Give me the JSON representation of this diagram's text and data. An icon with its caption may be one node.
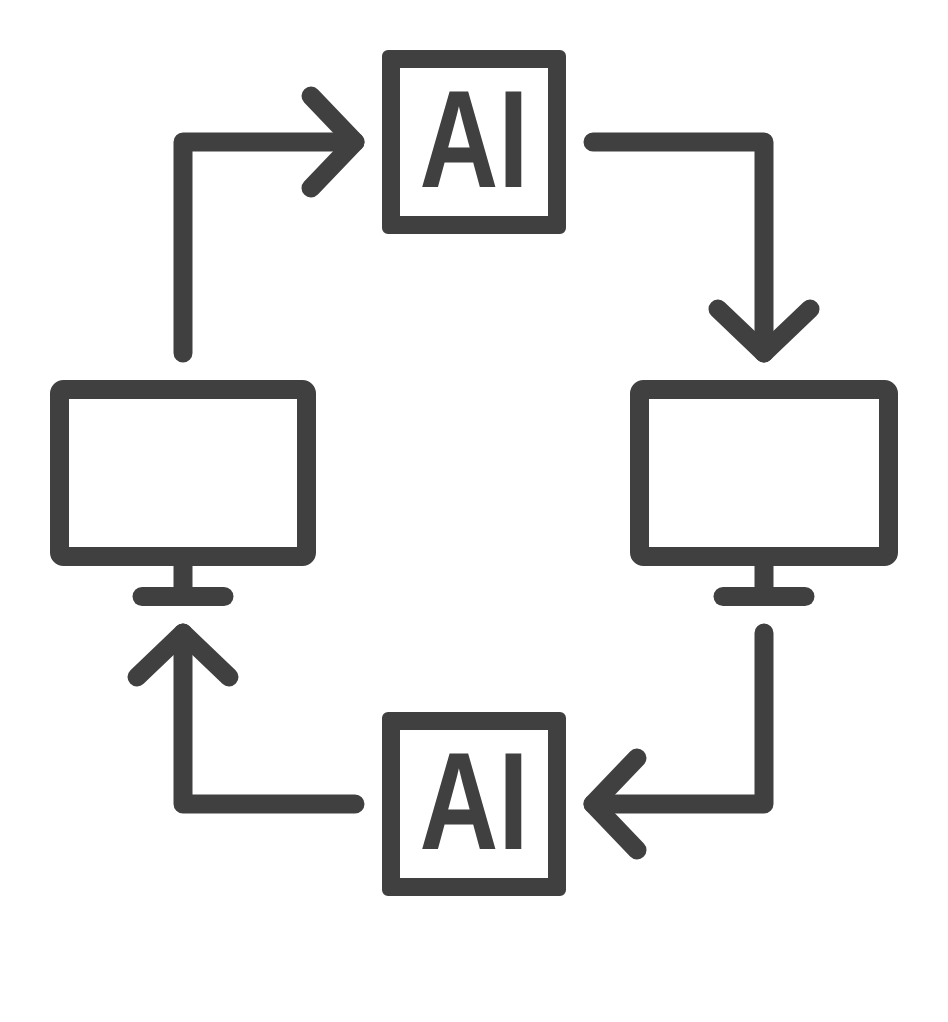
{
  "diagram": {
    "nodes": [
      {
        "text": [
          "AI"
        ]
      },
      {
        "text": [],
        "shape": "monitor"
      },
      {
        "text": [],
        "shape": "monitor"
      },
      {
        "text": [
          "AI"
        ]
      }
    ],
    "edges": [
      {
        "from": 1,
        "to": 0,
        "arrow": "to"
      },
      {
        "from": 0,
        "to": 2,
        "arrow": "to"
      },
      {
        "from": 2,
        "to": 3,
        "arrow": "to"
      },
      {
        "from": 3,
        "to": 1,
        "arrow": "to"
      }
    ]
  }
}
